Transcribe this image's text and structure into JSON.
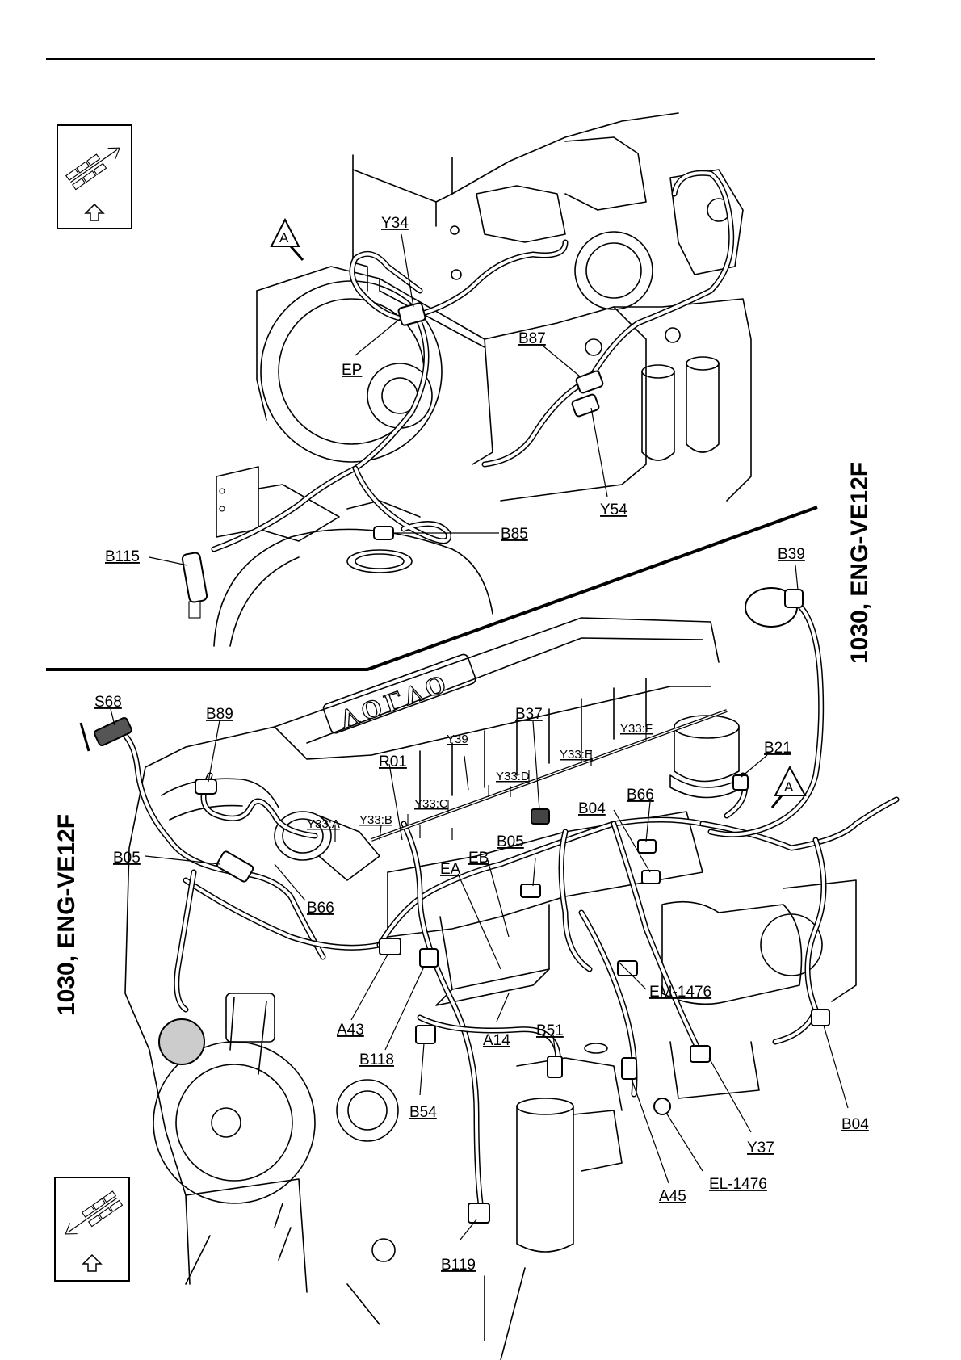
{
  "section_codes": {
    "upper": "1030,  ENG-VE12F",
    "lower": "1030,  ENG-VE12F"
  },
  "view_markers": {
    "upper": "A",
    "lower": "A"
  },
  "brand_lettering": "VOLVO",
  "labels": {
    "Y34": "Y34",
    "EP": "EP",
    "B87": "B87",
    "Y54": "Y54",
    "B85": "B85",
    "B115": "B115",
    "B39": "B39",
    "S68": "S68",
    "B89": "B89",
    "B37": "B37",
    "Y39": "Y39",
    "Y33F": "Y33:F",
    "Y33E": "Y33:E",
    "Y33D": "Y33:D",
    "R01": "R01",
    "B21": "B21",
    "B66_top": "B66",
    "B04_top": "B04",
    "Y33C": "Y33:C",
    "Y33B": "Y33:B",
    "Y33A": "Y33:A",
    "B05_left": "B05",
    "B05_mid": "B05",
    "EB": "EB",
    "EA": "EA",
    "B66_bottom": "B66",
    "EM1476": "EM-1476",
    "A43": "A43",
    "A14": "A14",
    "B51": "B51",
    "B118": "B118",
    "B54": "B54",
    "Y37": "Y37",
    "B04_right": "B04",
    "EL1476": "EL-1476",
    "A45": "A45",
    "B119": "B119"
  }
}
